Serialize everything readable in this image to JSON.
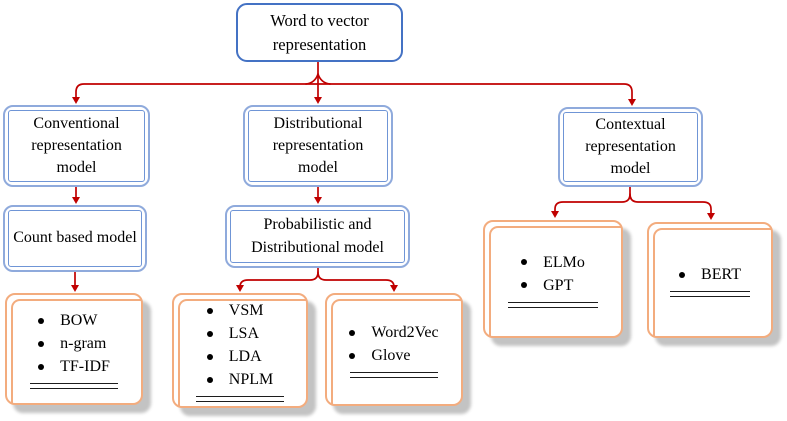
{
  "nodes": {
    "root": "Word to vector representation",
    "conventional": "Conventional representation model",
    "count_based": "Count based model",
    "distributional": "Distributional representation model",
    "probabilistic": "Probabilistic and Distributional model",
    "contextual": "Contextual representation model"
  },
  "leaves": {
    "count_based_methods": [
      "BOW",
      "n-gram",
      "TF-IDF"
    ],
    "distributional_probabilistic_methods": [
      "VSM",
      "LSA",
      "LDA",
      "NPLM"
    ],
    "prediction_based_methods": [
      "Word2Vec",
      "Glove"
    ],
    "contextual_methods_left": [
      "ELMo",
      "GPT"
    ],
    "contextual_methods_right": [
      "BERT"
    ]
  },
  "colors": {
    "root_border": "#4472C4",
    "branch_border_outer": "#8FAADC",
    "branch_border_inner": "#6F95D6",
    "leaf_border": "#F3AC7E",
    "leaf_shadow": "#C3C3C3",
    "arrow": "#C00000",
    "text": "#000000"
  }
}
